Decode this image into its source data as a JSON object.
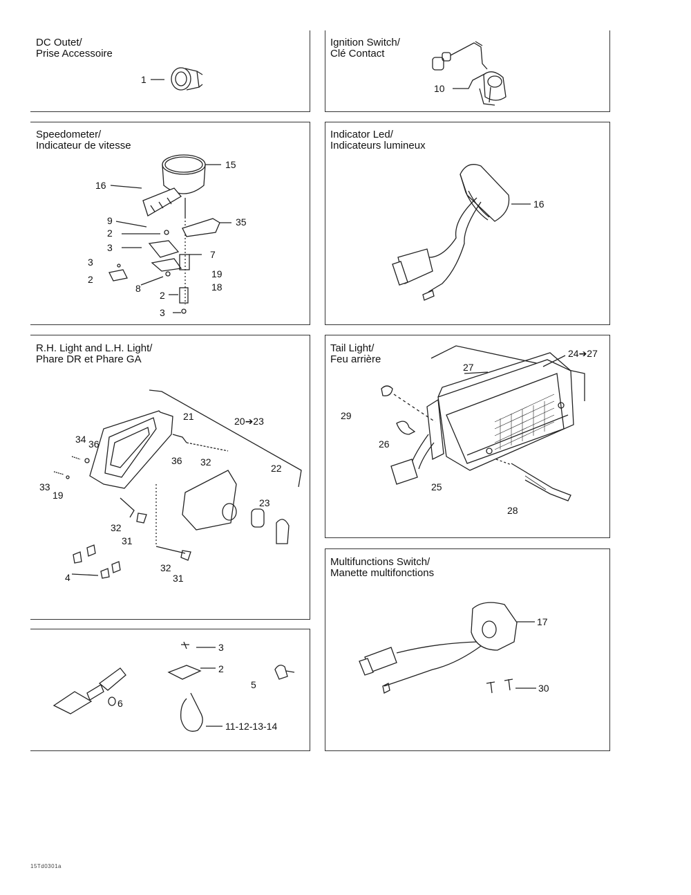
{
  "panels": {
    "dc_outlet": {
      "title_en": "DC Outet/",
      "title_fr": "Prise Accessoire",
      "callouts": [
        "1"
      ]
    },
    "ignition": {
      "title_en": "Ignition Switch/",
      "title_fr": "Clé Contact",
      "callouts": [
        "10"
      ]
    },
    "speedometer": {
      "title_en": "Speedometer/",
      "title_fr": "Indicateur de vitesse",
      "callouts": [
        "15",
        "16",
        "9",
        "2",
        "3",
        "35",
        "7",
        "3",
        "2",
        "19",
        "18",
        "8",
        "2",
        "3"
      ]
    },
    "indicator_led": {
      "title_en": "Indicator Led/",
      "title_fr": "Indicateurs lumineux",
      "callouts": [
        "16"
      ]
    },
    "headlights": {
      "title_en": "R.H. Light and L.H. Light/",
      "title_fr": "Phare DR et Phare GA",
      "callouts": [
        "21",
        "20➔23",
        "34",
        "36",
        "36",
        "32",
        "22",
        "33",
        "19",
        "23",
        "32",
        "31",
        "4",
        "32",
        "31"
      ]
    },
    "tail_light": {
      "title_en": "Tail Light/",
      "title_fr": "Feu arrière",
      "callouts": [
        "27",
        "24➔27",
        "29",
        "26",
        "25",
        "28"
      ]
    },
    "misc": {
      "callouts": [
        "3",
        "2",
        "5",
        "6",
        "11-12-13-14"
      ]
    },
    "multifunction": {
      "title_en": "Multifunctions Switch/",
      "title_fr": "Manette multifonctions",
      "callouts": [
        "17",
        "30"
      ]
    }
  },
  "figure_code": "15Td0301a"
}
